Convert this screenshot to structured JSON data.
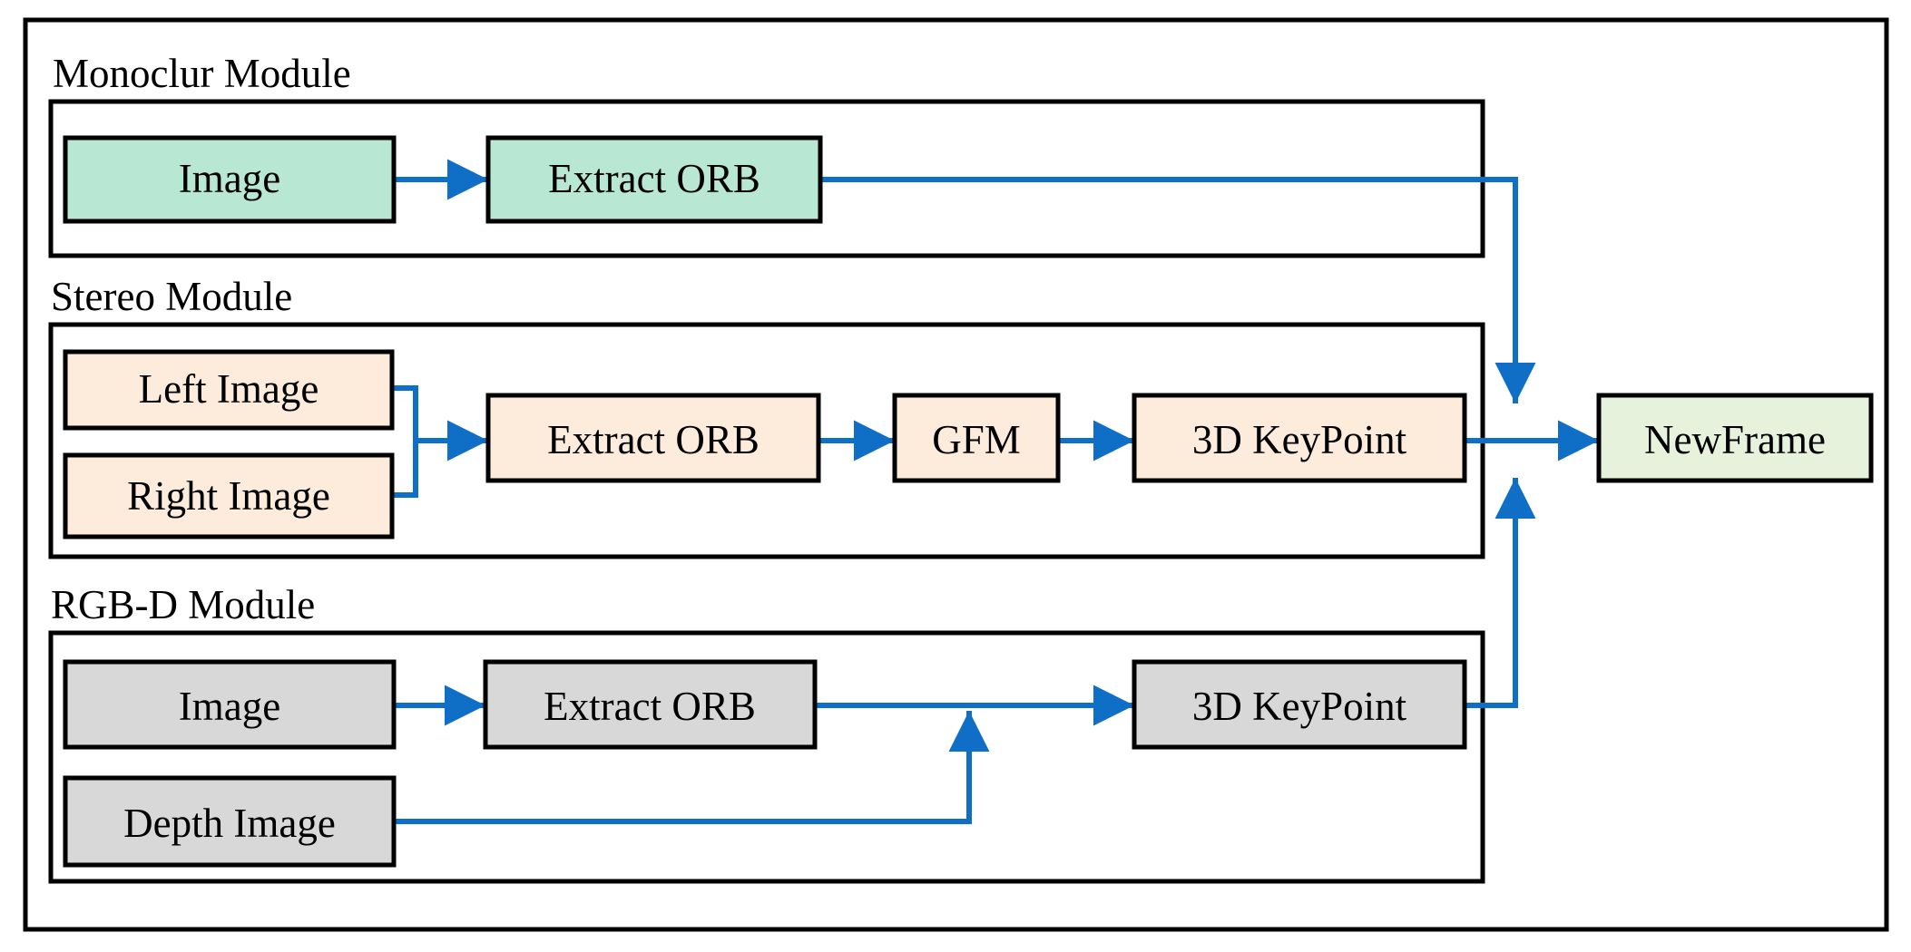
{
  "colors": {
    "arrow": "#0f6fc6",
    "border": "#000000",
    "monocular": "#b8e8d4",
    "stereo": "#fdebdc",
    "rgbd": "#d8d8d8",
    "output": "#e7f2dd"
  },
  "sections": {
    "monocular": {
      "title": "Monoclur Module"
    },
    "stereo": {
      "title": "Stereo Module"
    },
    "rgbd": {
      "title": "RGB-D Module"
    }
  },
  "nodes": {
    "mono_image": "Image",
    "mono_orb": "Extract ORB",
    "stereo_left": "Left Image",
    "stereo_right": "Right Image",
    "stereo_orb": "Extract ORB",
    "stereo_gfm": "GFM",
    "stereo_keypoint": "3D KeyPoint",
    "rgbd_image": "Image",
    "rgbd_orb": "Extract ORB",
    "rgbd_keypoint": "3D KeyPoint",
    "rgbd_depth": "Depth Image",
    "newframe": "NewFrame"
  }
}
